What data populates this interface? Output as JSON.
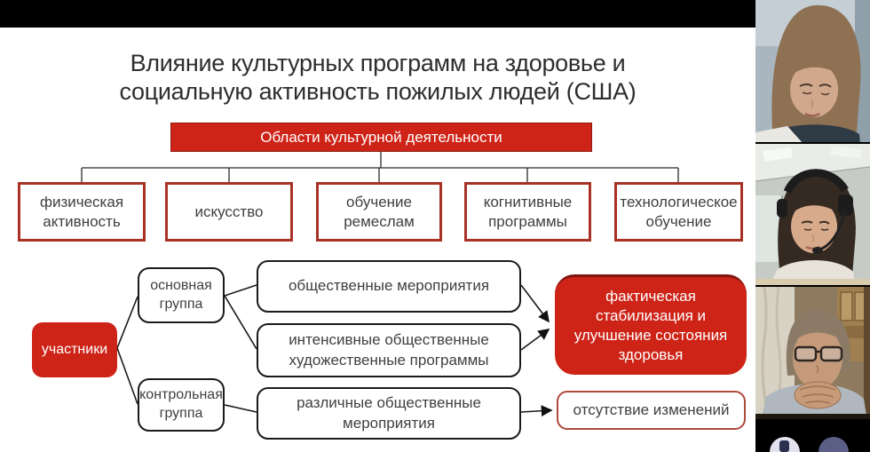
{
  "slide": {
    "title_line1": "Влияние культурных программ на здоровье и",
    "title_line2": "социальную активность пожилых людей (США)",
    "header_box": "Области культурной деятельности",
    "activities": [
      "физическая активность",
      "искусство",
      "обучение ремеслам",
      "когнитивные программы",
      "технологическое обучение"
    ],
    "flow": {
      "participants": "участники",
      "main_group": "основная группа",
      "control_group": "контрольная группа",
      "social_events": "общественные мероприятия",
      "intensive_art_programs": "интенсивные общественные художественные программы",
      "various_social_events": "различные общественные мероприятия",
      "health_outcome": "фактическая стабилизация и улучшение состояния здоровья",
      "no_changes": "отсутствие изменений"
    },
    "colors": {
      "accent_red": "#ce2418",
      "outline_red": "#a93226",
      "no_change_border": "#ae4a3c",
      "text_dark": "#3f3f3f"
    }
  },
  "video_panel": {
    "feed_count": 3,
    "feeds": [
      {
        "name": "participant-video-1"
      },
      {
        "name": "participant-video-2"
      },
      {
        "name": "participant-video-3"
      }
    ]
  }
}
